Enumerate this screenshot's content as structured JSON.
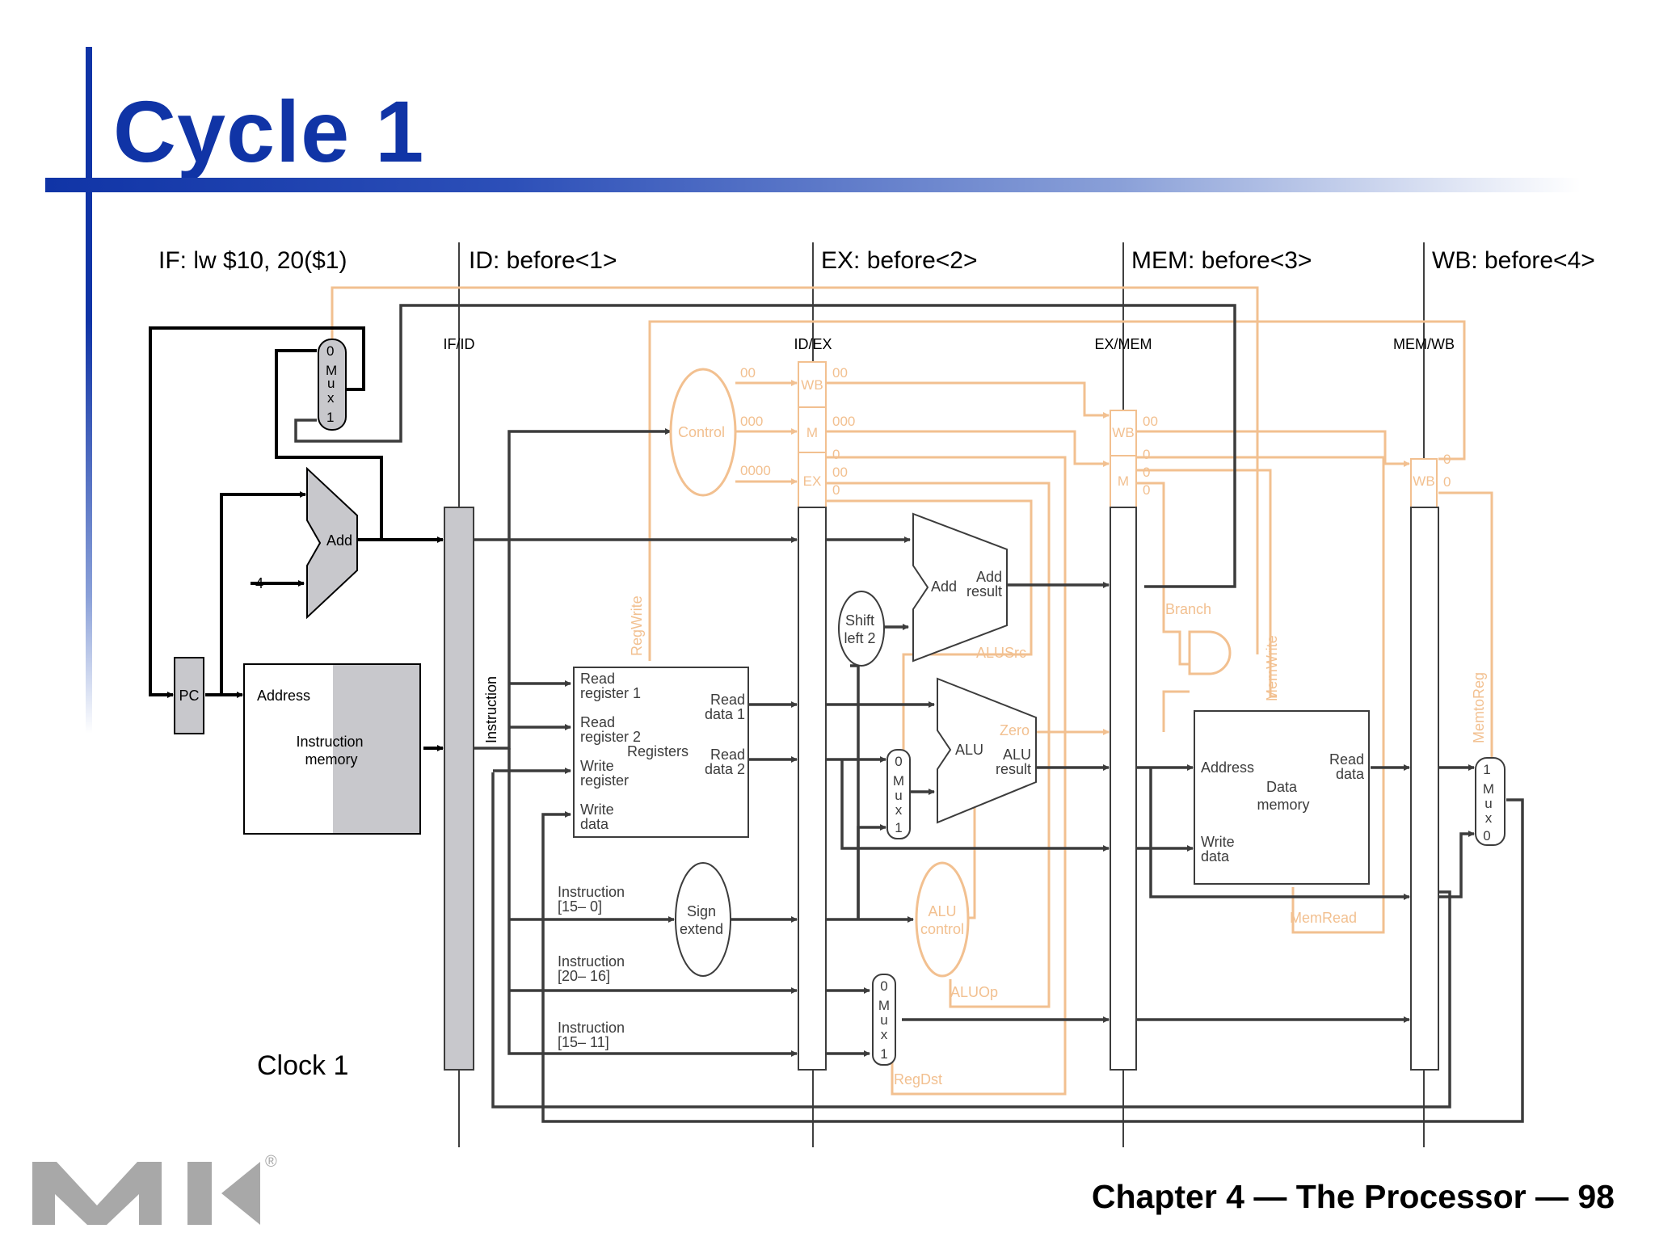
{
  "slide": {
    "title": "Cycle 1",
    "footer": "Chapter 4 — The Processor — 98",
    "logo_text": "MK",
    "logo_mark": "®"
  },
  "colors": {
    "title_blue": "#1034a6",
    "datapath": "#3c3c3c",
    "control": "#f2c090",
    "shaded": "#c8c8cc"
  },
  "stages": {
    "if": "IF: lw $10, 20($1)",
    "id": "ID: before<1>",
    "ex": "EX: before<2>",
    "mem": "MEM: before<3>",
    "wb": "WB: before<4>"
  },
  "clock": "Clock 1",
  "registers": {
    "if_id": "IF/ID",
    "id_ex": "ID/EX",
    "ex_mem": "EX/MEM",
    "mem_wb": "MEM/WB"
  },
  "units": {
    "pc": "PC",
    "add": "Add",
    "four": "4",
    "imem_address": "Address",
    "imem_l1": "Instruction",
    "imem_l2": "memory",
    "instruction_vertical": "Instruction",
    "rf_rr1_l1": "Read",
    "rf_rr1_l2": "register 1",
    "rf_rr2_l1": "Read",
    "rf_rr2_l2": "register 2",
    "rf_wr_l1": "Write",
    "rf_wr_l2": "register",
    "rf_wd_l1": "Write",
    "rf_wd_l2": "data",
    "rf_rd1_l1": "Read",
    "rf_rd1_l2": "data 1",
    "rf_rd2_l1": "Read",
    "rf_rd2_l2": "data 2",
    "rf_name": "Registers",
    "sign_l1": "Sign",
    "sign_l2": "extend",
    "instr_15_0_l1": "Instruction",
    "instr_15_0_l2": "[15– 0]",
    "instr_20_16_l1": "Instruction",
    "instr_20_16_l2": "[20– 16]",
    "instr_15_11_l1": "Instruction",
    "instr_15_11_l2": "[15– 11]",
    "shift_l1": "Shift",
    "shift_l2": "left 2",
    "add2_in": "Add",
    "add2_out_l1": "Add",
    "add2_out_l2": "result",
    "alu": "ALU",
    "alu_result_l1": "ALU",
    "alu_result_l2": "result",
    "zero": "Zero",
    "alu_control_l1": "ALU",
    "alu_control_l2": "control",
    "control": "Control",
    "dmem_address": "Address",
    "dmem_l1": "Data",
    "dmem_l2": "memory",
    "dmem_wd_l1": "Write",
    "dmem_wd_l2": "data",
    "dmem_rd_l1": "Read",
    "dmem_rd_l2": "data"
  },
  "mux_letters": [
    "M",
    "u",
    "x"
  ],
  "mux_inputs": {
    "pc_mux": [
      "0",
      "1"
    ],
    "alusrc_mux": [
      "0",
      "1"
    ],
    "regdst_mux": [
      "0",
      "1"
    ],
    "memtoreg_mux": [
      "1",
      "0"
    ]
  },
  "pipeline_fields": {
    "wb": "WB",
    "m": "M",
    "ex": "EX"
  },
  "control_signals": {
    "regwrite": "RegWrite",
    "alusrc": "ALUSrc",
    "branch": "Branch",
    "memwrite": "MemWrite",
    "memread": "MemRead",
    "memtoreg": "MemtoReg",
    "aluop": "ALUOp",
    "regdst": "RegDst"
  },
  "control_values": {
    "ctrl_wb": "00",
    "ctrl_m": "000",
    "ctrl_ex": "0000",
    "idex_wb": "00",
    "idex_m": "000",
    "idex_ex_1": "0",
    "idex_ex_2": "00",
    "idex_ex_3": "0",
    "exmem_wb": "00",
    "exmem_m_1": "0",
    "exmem_m_2": "0",
    "exmem_m_3": "0",
    "memwb_1": "0",
    "memwb_2": "0"
  }
}
